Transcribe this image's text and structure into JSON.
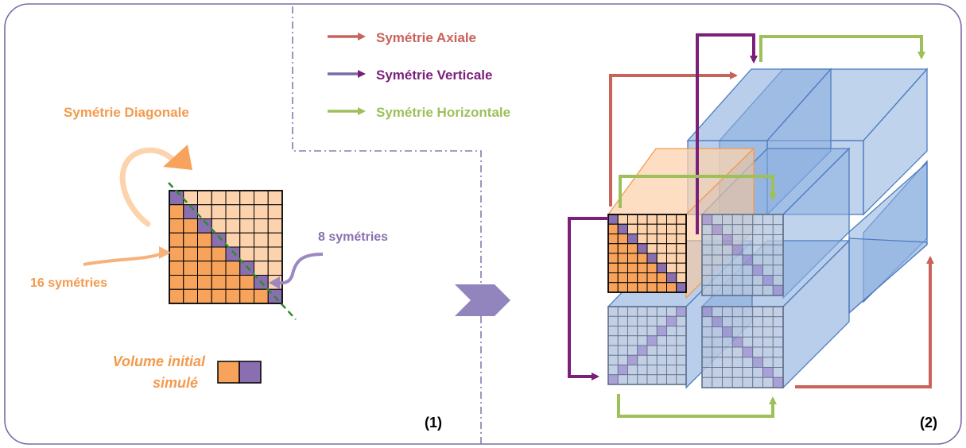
{
  "legend": {
    "items": [
      {
        "label": "Symétrie Axiale",
        "color": "#c9625a"
      },
      {
        "label": "Symétrie Verticale",
        "color": "#7a1f7a"
      },
      {
        "label": "Symétrie Horizontale",
        "color": "#9dc05a"
      }
    ]
  },
  "left_panel": {
    "diag_title": "Symétrie Diagonale",
    "count_16": "16 symétries",
    "count_8": "8 symétries",
    "volume_line1": "Volume initial",
    "volume_line2": "simulé",
    "label": "(1)"
  },
  "right_panel": {
    "label": "(2)"
  },
  "colors": {
    "orange": "#f7a35c",
    "orange_light": "#fcd3ad",
    "purple": "#8a6fb0",
    "blue_face": "#8aaede",
    "blue_edge": "#4d7cbf",
    "dash_green": "#2e8a2e",
    "divider": "#8a78b0",
    "frame": "#7b6aa6"
  },
  "grid": {
    "size": 8
  }
}
